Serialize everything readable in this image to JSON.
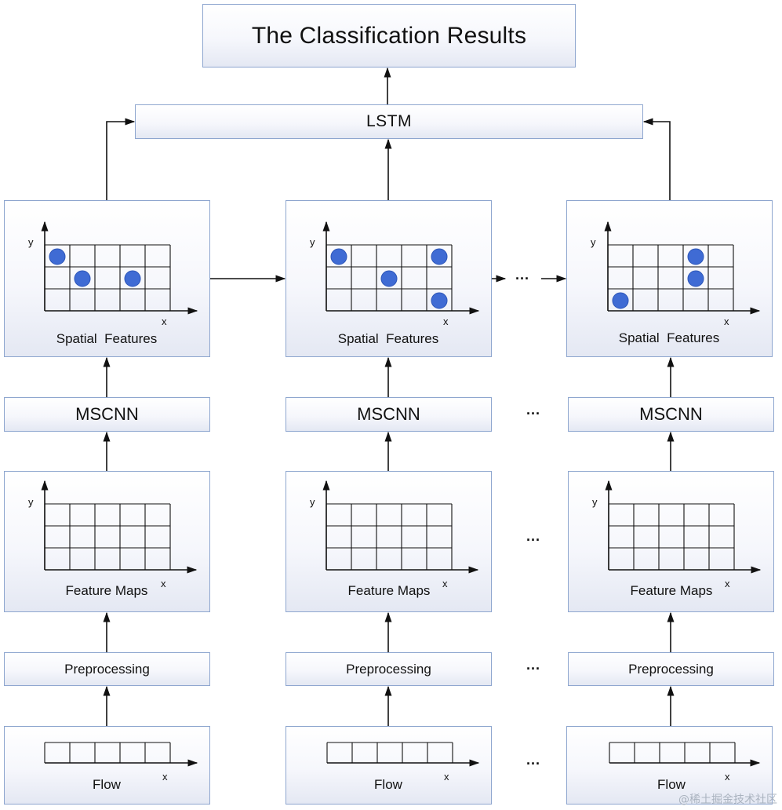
{
  "title": "The Classification Results",
  "lstm_label": "LSTM",
  "columns": [
    {
      "spatial_label": "Spatial  Features",
      "mscnn_label": "MSCNN",
      "feature_label": "Feature Maps",
      "pre_label": "Preprocessing",
      "flow_label": "Flow",
      "dots": [
        [
          0,
          0
        ],
        [
          1,
          1
        ],
        [
          3,
          1
        ]
      ]
    },
    {
      "spatial_label": "Spatial  Features",
      "mscnn_label": "MSCNN",
      "feature_label": "Feature Maps",
      "pre_label": "Preprocessing",
      "flow_label": "Flow",
      "dots": [
        [
          0,
          0
        ],
        [
          4,
          0
        ],
        [
          2,
          1
        ],
        [
          4,
          2
        ]
      ]
    },
    {
      "spatial_label": "Spatial  Features",
      "mscnn_label": "MSCNN",
      "feature_label": "Feature Maps",
      "pre_label": "Preprocessing",
      "flow_label": "Flow",
      "dots": [
        [
          3,
          0
        ],
        [
          3,
          1
        ],
        [
          0,
          2
        ]
      ]
    }
  ],
  "axis": {
    "x": "x",
    "y": "y"
  },
  "ellipsis": "···",
  "watermark": "@稀土掘金技术社区",
  "colors": {
    "border": "#8ea6cf",
    "dot": "#3f6bd4",
    "line": "#111111"
  }
}
